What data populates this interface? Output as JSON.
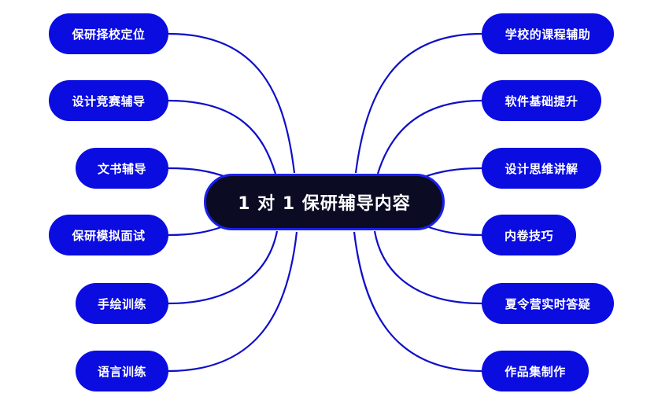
{
  "center": {
    "label": "1 对 1 保研辅导内容"
  },
  "left_branches": [
    "保研择校定位",
    "设计竞赛辅导",
    "文书辅导",
    "保研模拟面试",
    "手绘训练",
    "语言训练"
  ],
  "right_branches": [
    "学校的课程辅助",
    "软件基础提升",
    "设计思维讲解",
    "内卷技巧",
    "夏令营实时答疑",
    "作品集制作"
  ],
  "colors": {
    "branch_fill": "#0a0ce0",
    "center_fill": "#0b0b24",
    "center_border": "#1a1ff0",
    "connector": "#0f0fc8",
    "text": "#ffffff",
    "background": "#ffffff"
  }
}
